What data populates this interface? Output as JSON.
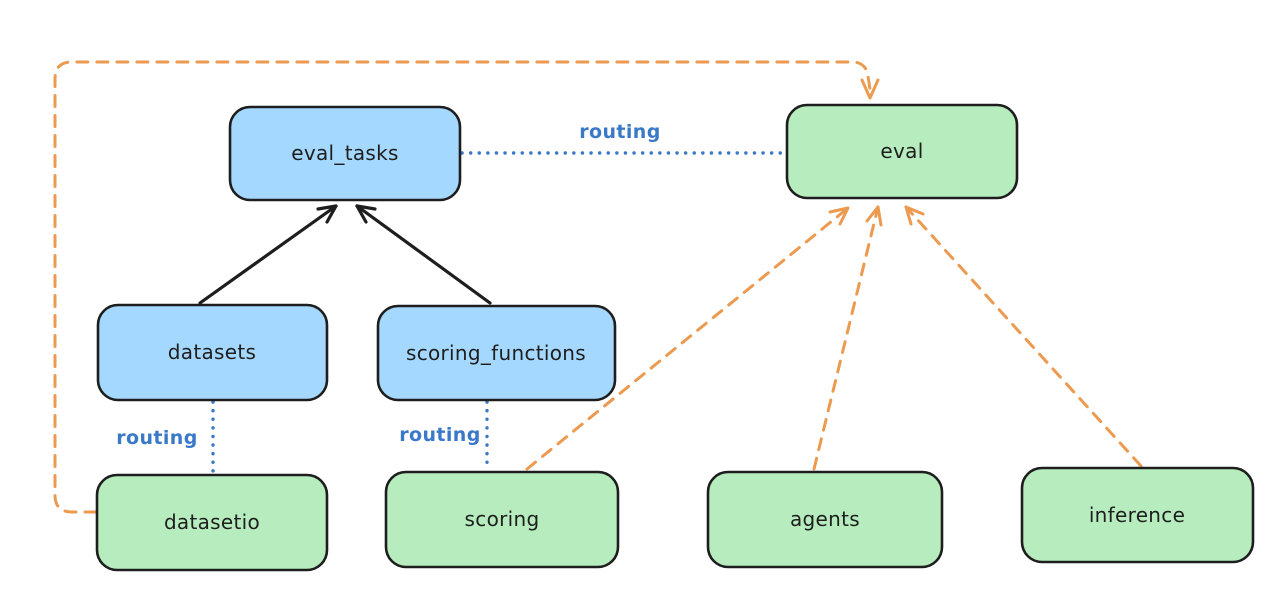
{
  "diagram": {
    "background_color": "#ffffff",
    "colors": {
      "blue_box_fill": "#a5d8ff",
      "green_box_fill": "#b7edbe",
      "box_stroke": "#1e1e1e",
      "black_arrow": "#1e1e1e",
      "routing_blue": "#3a78c8",
      "orange_dashed": "#eb9a50"
    },
    "nodes": [
      {
        "id": "eval_tasks",
        "label": "eval_tasks",
        "color": "blue"
      },
      {
        "id": "eval",
        "label": "eval",
        "color": "green"
      },
      {
        "id": "datasets",
        "label": "datasets",
        "color": "blue"
      },
      {
        "id": "scoring_functions",
        "label": "scoring_functions",
        "color": "blue"
      },
      {
        "id": "datasetio",
        "label": "datasetio",
        "color": "green"
      },
      {
        "id": "scoring",
        "label": "scoring",
        "color": "green"
      },
      {
        "id": "agents",
        "label": "agents",
        "color": "green"
      },
      {
        "id": "inference",
        "label": "inference",
        "color": "green"
      }
    ],
    "edges": [
      {
        "from": "datasets",
        "to": "eval_tasks",
        "style": "solid-arrow",
        "color": "black",
        "label": ""
      },
      {
        "from": "scoring_functions",
        "to": "eval_tasks",
        "style": "solid-arrow",
        "color": "black",
        "label": ""
      },
      {
        "from": "eval_tasks",
        "to": "eval",
        "style": "dotted",
        "color": "blue",
        "label": "routing"
      },
      {
        "from": "datasets",
        "to": "datasetio",
        "style": "dotted",
        "color": "blue",
        "label": "routing"
      },
      {
        "from": "scoring_functions",
        "to": "scoring",
        "style": "dotted",
        "color": "blue",
        "label": "routing"
      },
      {
        "from": "datasetio",
        "to": "eval",
        "style": "dashed-arrow",
        "color": "orange",
        "label": ""
      },
      {
        "from": "scoring",
        "to": "eval",
        "style": "dashed-arrow",
        "color": "orange",
        "label": ""
      },
      {
        "from": "agents",
        "to": "eval",
        "style": "dashed-arrow",
        "color": "orange",
        "label": ""
      },
      {
        "from": "inference",
        "to": "eval",
        "style": "dashed-arrow",
        "color": "orange",
        "label": ""
      }
    ]
  }
}
